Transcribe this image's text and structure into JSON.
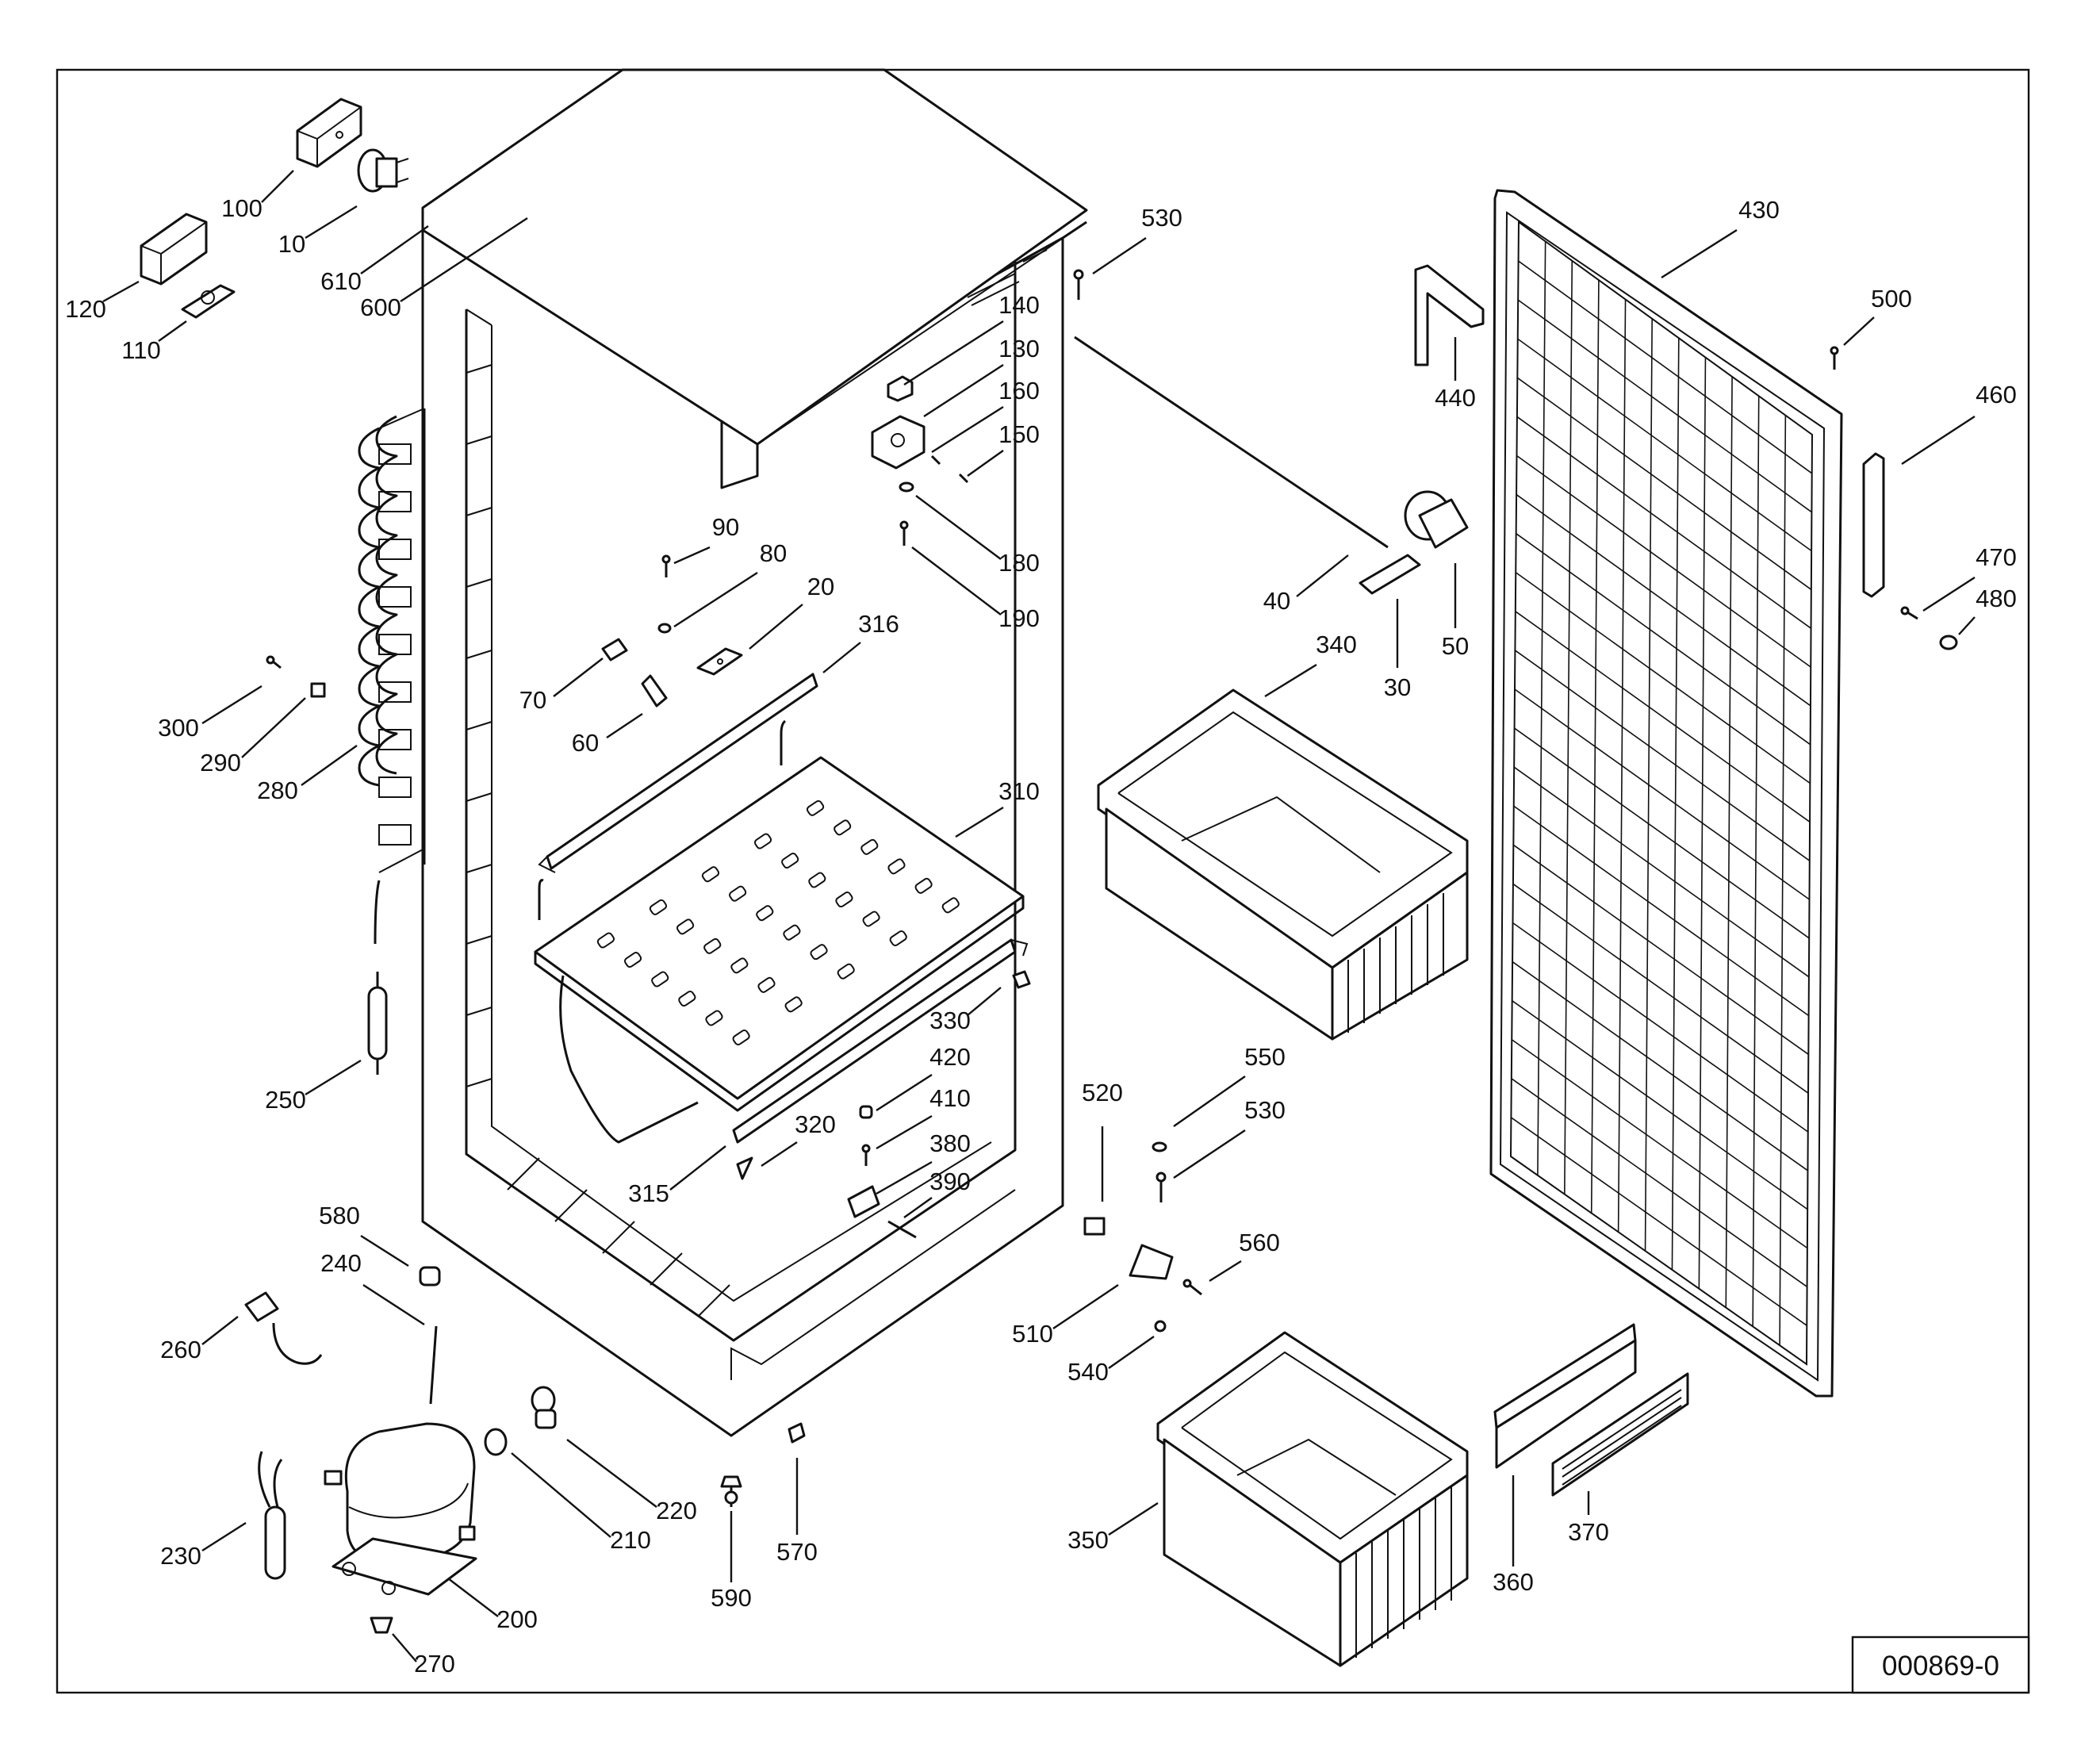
{
  "drawing_code": "000869-0",
  "parts": [
    {
      "id": "p10",
      "label": "10"
    },
    {
      "id": "p20",
      "label": "20"
    },
    {
      "id": "p30",
      "label": "30"
    },
    {
      "id": "p40",
      "label": "40"
    },
    {
      "id": "p50",
      "label": "50"
    },
    {
      "id": "p60",
      "label": "60"
    },
    {
      "id": "p70",
      "label": "70"
    },
    {
      "id": "p80",
      "label": "80"
    },
    {
      "id": "p90",
      "label": "90"
    },
    {
      "id": "p100",
      "label": "100"
    },
    {
      "id": "p110",
      "label": "110"
    },
    {
      "id": "p120",
      "label": "120"
    },
    {
      "id": "p130",
      "label": "130"
    },
    {
      "id": "p140",
      "label": "140"
    },
    {
      "id": "p150",
      "label": "150"
    },
    {
      "id": "p160",
      "label": "160"
    },
    {
      "id": "p180",
      "label": "180"
    },
    {
      "id": "p190",
      "label": "190"
    },
    {
      "id": "p200",
      "label": "200"
    },
    {
      "id": "p210",
      "label": "210"
    },
    {
      "id": "p220",
      "label": "220"
    },
    {
      "id": "p230",
      "label": "230"
    },
    {
      "id": "p240",
      "label": "240"
    },
    {
      "id": "p250",
      "label": "250"
    },
    {
      "id": "p260",
      "label": "260"
    },
    {
      "id": "p270",
      "label": "270"
    },
    {
      "id": "p280",
      "label": "280"
    },
    {
      "id": "p290",
      "label": "290"
    },
    {
      "id": "p300",
      "label": "300"
    },
    {
      "id": "p310",
      "label": "310"
    },
    {
      "id": "p315",
      "label": "315"
    },
    {
      "id": "p316",
      "label": "316"
    },
    {
      "id": "p320",
      "label": "320"
    },
    {
      "id": "p330",
      "label": "330"
    },
    {
      "id": "p340",
      "label": "340"
    },
    {
      "id": "p350",
      "label": "350"
    },
    {
      "id": "p360",
      "label": "360"
    },
    {
      "id": "p370",
      "label": "370"
    },
    {
      "id": "p380",
      "label": "380"
    },
    {
      "id": "p390",
      "label": "390"
    },
    {
      "id": "p410",
      "label": "410"
    },
    {
      "id": "p420",
      "label": "420"
    },
    {
      "id": "p430",
      "label": "430"
    },
    {
      "id": "p440",
      "label": "440"
    },
    {
      "id": "p460",
      "label": "460"
    },
    {
      "id": "p470",
      "label": "470"
    },
    {
      "id": "p480",
      "label": "480"
    },
    {
      "id": "p500",
      "label": "500"
    },
    {
      "id": "p510",
      "label": "510"
    },
    {
      "id": "p520",
      "label": "520"
    },
    {
      "id": "p530a",
      "label": "530"
    },
    {
      "id": "p530b",
      "label": "530"
    },
    {
      "id": "p540",
      "label": "540"
    },
    {
      "id": "p550",
      "label": "550"
    },
    {
      "id": "p560",
      "label": "560"
    },
    {
      "id": "p570",
      "label": "570"
    },
    {
      "id": "p580",
      "label": "580"
    },
    {
      "id": "p590",
      "label": "590"
    },
    {
      "id": "p600",
      "label": "600"
    },
    {
      "id": "p610",
      "label": "610"
    }
  ]
}
